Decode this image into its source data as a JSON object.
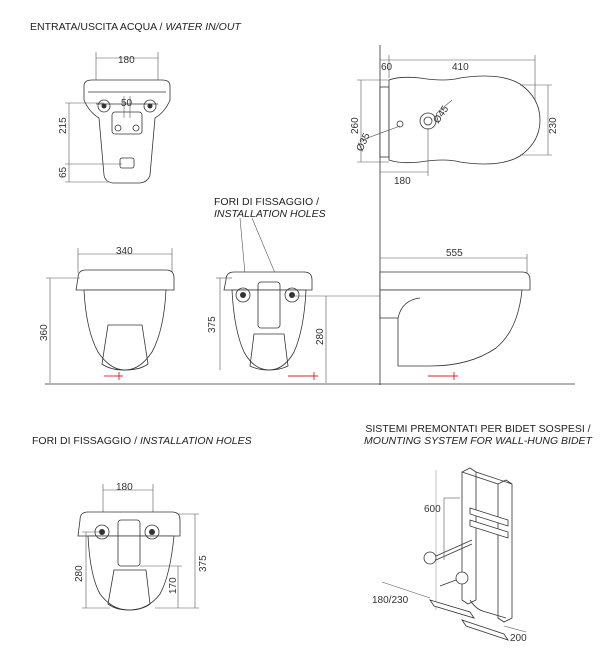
{
  "labels": {
    "water_it": "ENTRATA/USCITA ACQUA /",
    "water_en": "WATER IN/OUT",
    "holes_it": "FORI DI FISSAGGIO /",
    "holes_en": "INSTALLATION HOLES",
    "holes2_it": "FORI DI FISSAGGIO /",
    "holes2_en": "INSTALLATION HOLES",
    "mount_it": "SISTEMI PREMONTATI PER BIDET SOSPESI /",
    "mount_en": "MOUNTING SYSTEM FOR WALL-HUNG BIDET"
  },
  "dimensions": {
    "d180_top": "180",
    "d50": "50",
    "d215": "215",
    "d65": "65",
    "d60": "60",
    "d410": "410",
    "d260": "260",
    "d230": "230",
    "d35": "Ø35",
    "d45": "Ø45",
    "d180_plan": "180",
    "d340": "340",
    "d360": "360",
    "d375_mid": "375",
    "d280_mid": "280",
    "d555": "555",
    "d180_bottom": "180",
    "d280_bottom": "280",
    "d375_bottom": "375",
    "d170": "170",
    "d600": "600",
    "d180_230": "180/230",
    "d200": "200"
  }
}
